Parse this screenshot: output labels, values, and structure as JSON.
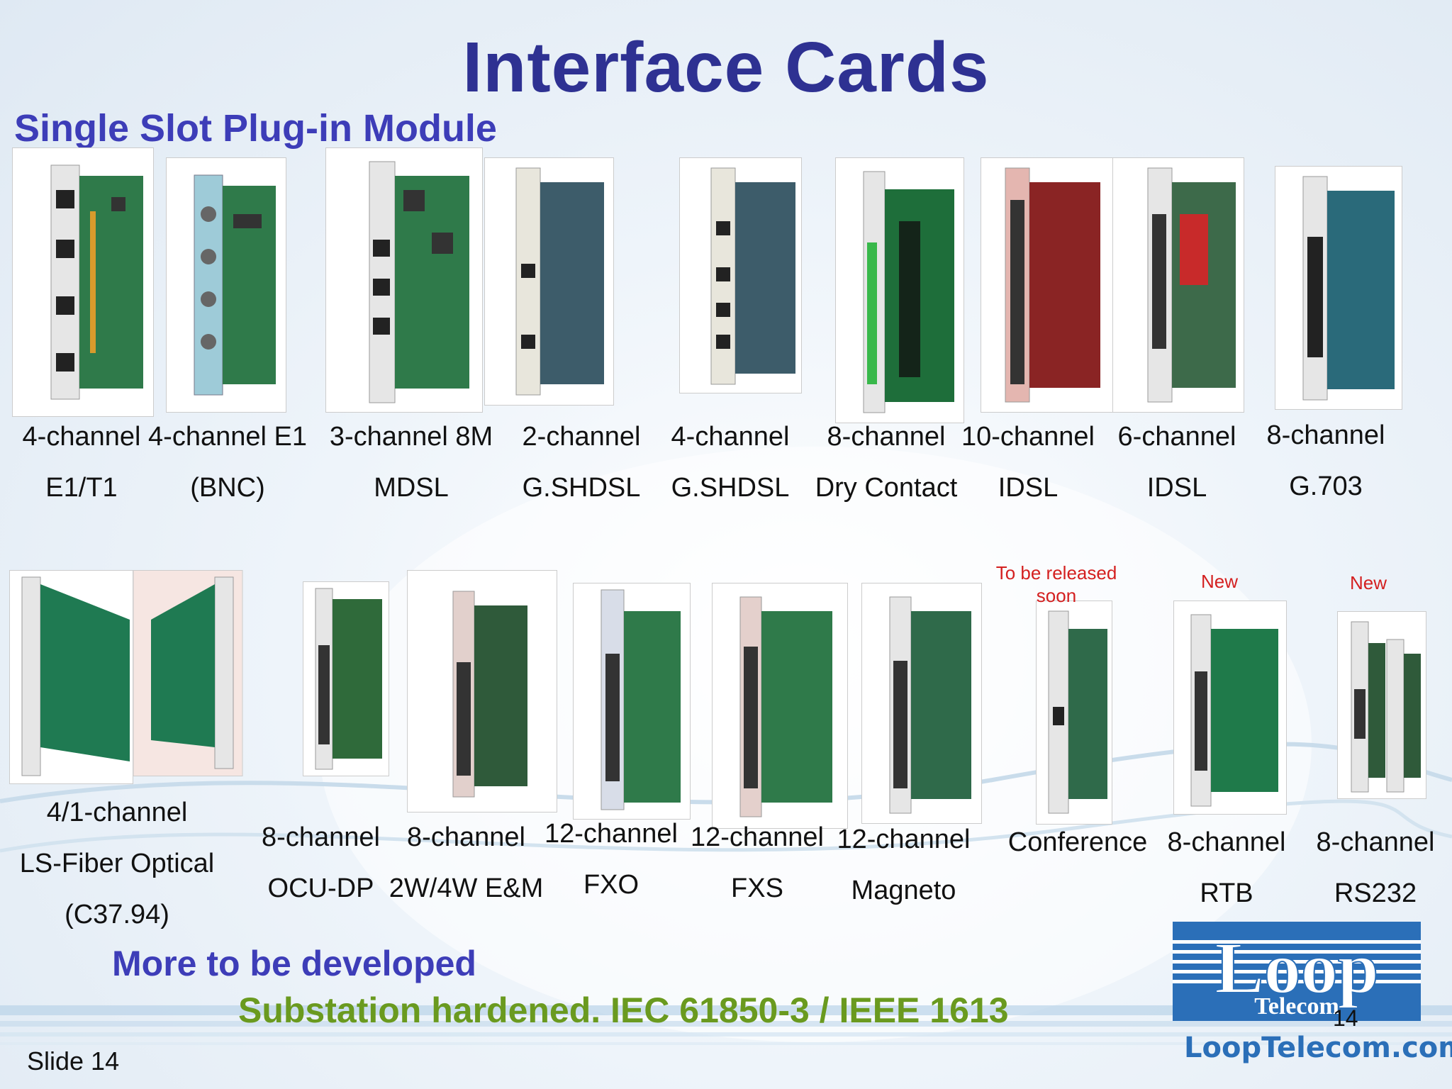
{
  "slide": {
    "title": "Interface Cards",
    "subtitle": "Single Slot Plug-in Module",
    "more_note": "More  to be developed",
    "substation_note": "Substation hardened. IEC 61850-3 / IEEE 1613",
    "slide_label": "Slide 14",
    "page_number": "14"
  },
  "logo": {
    "brand_top": "Loop",
    "brand_bottom": "Telecom",
    "url": "LoopTelecom.com",
    "color": "#2b6fb8"
  },
  "row1": [
    {
      "line1": "4-channel",
      "line2": "E1/T1"
    },
    {
      "line1": "4-channel E1",
      "line2": "(BNC)"
    },
    {
      "line1": "3-channel 8M",
      "line2": "MDSL"
    },
    {
      "line1": "2-channel",
      "line2": "G.SHDSL"
    },
    {
      "line1": "4-channel",
      "line2": "G.SHDSL"
    },
    {
      "line1": "8-channel",
      "line2": "Dry Contact"
    },
    {
      "line1": "10-channel",
      "line2": "IDSL"
    },
    {
      "line1": "6-channel",
      "line2": "IDSL"
    },
    {
      "line1": "8-channel",
      "line2": "G.703"
    }
  ],
  "row2": [
    {
      "line1": "4/1-channel",
      "line2": "LS-Fiber Optical",
      "line3": "(C37.94)"
    },
    {
      "line1": "8-channel",
      "line2": "OCU-DP"
    },
    {
      "line1": "8-channel",
      "line2": "2W/4W E&M"
    },
    {
      "line1": "12-channel",
      "line2": "FXO"
    },
    {
      "line1": "12-channel",
      "line2": "FXS"
    },
    {
      "line1": "12-channel",
      "line2": "Magneto"
    },
    {
      "line1": "Conference",
      "tag_line1": "To be released",
      "tag_line2": "soon"
    },
    {
      "line1": "8-channel",
      "line2": "RTB",
      "tag_line1": "New"
    },
    {
      "line1": "8-channel",
      "line2": "RS232",
      "tag_line1": "New"
    }
  ],
  "colors": {
    "title": "#2e3192",
    "subtitle": "#3d3db8",
    "substation": "#6a9a1f",
    "tag": "#d42020",
    "pcb_green": "#2f7a4a"
  }
}
